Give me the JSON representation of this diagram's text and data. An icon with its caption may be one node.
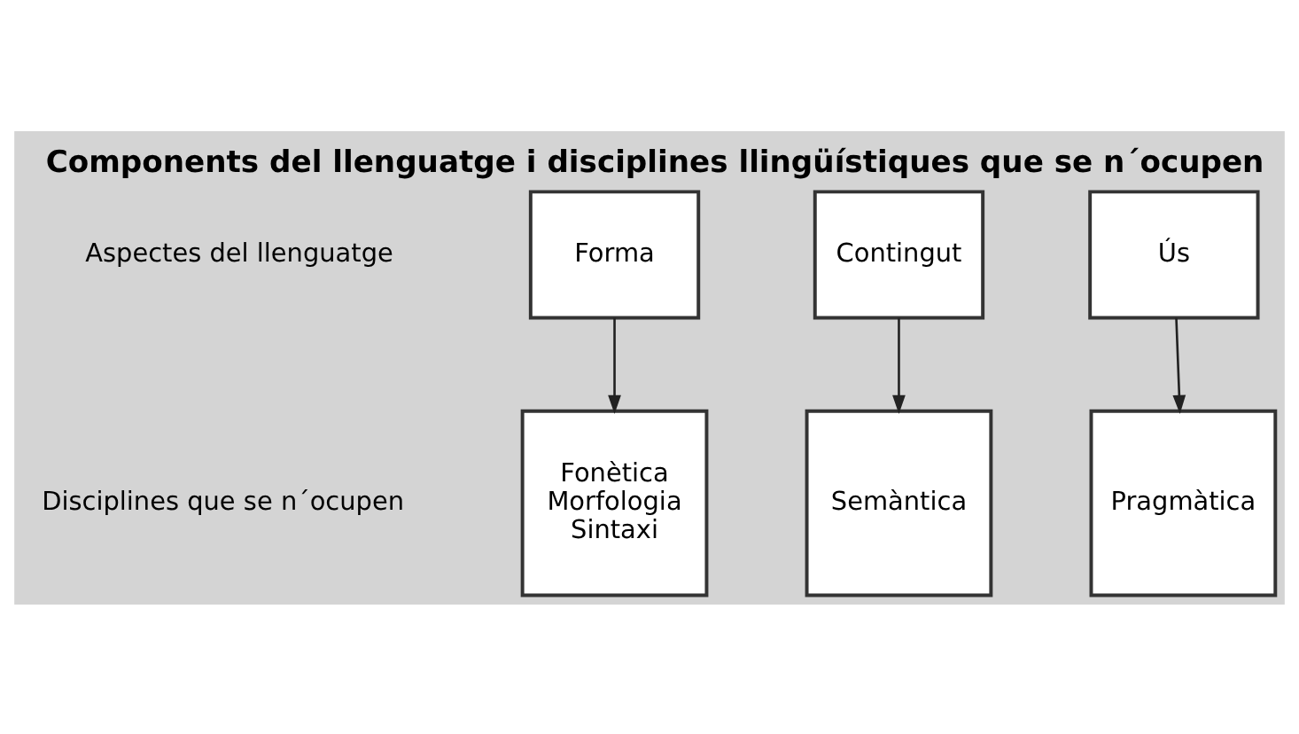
{
  "diagram": {
    "title": "Components del llenguatge i disciplines llingüístiques que se n´ocupen",
    "nodes": [
      {
        "text": [
          "Forma"
        ]
      },
      {
        "text": [
          "Contingut"
        ]
      },
      {
        "text": [
          "Ús"
        ]
      },
      {
        "text": [
          "Fonètica",
          "Morfologia",
          "Sintaxi"
        ]
      },
      {
        "text": [
          "Semàntica"
        ]
      },
      {
        "text": [
          "Pragmàtica"
        ]
      }
    ],
    "edges": [
      {
        "from": 0,
        "to": 3,
        "arrow": "to"
      },
      {
        "from": 1,
        "to": 4,
        "arrow": "to"
      },
      {
        "from": 2,
        "to": 5,
        "arrow": "to"
      }
    ],
    "labels": [
      "Aspectes del llenguatge",
      "Disciplines que se n´ocupen"
    ]
  }
}
